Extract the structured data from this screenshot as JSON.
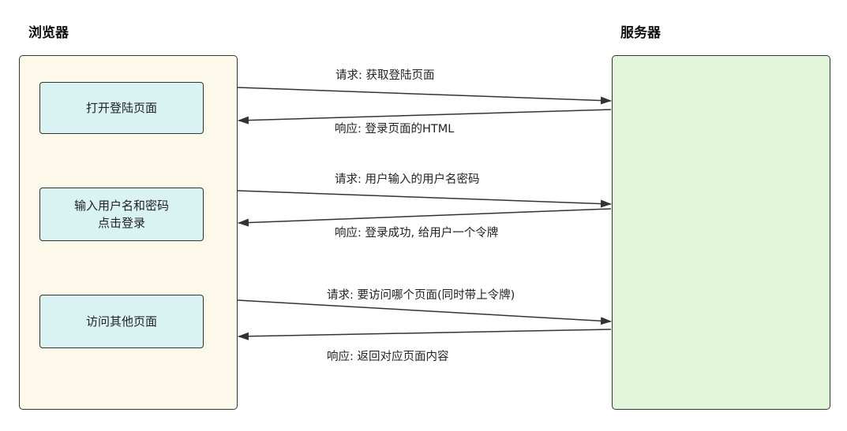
{
  "lanes": {
    "browser": {
      "title": "浏览器",
      "color": "#fcf8ea"
    },
    "server": {
      "title": "服务器",
      "color": "#e3f5d8"
    }
  },
  "steps": [
    {
      "lines": [
        "打开登陆页面"
      ]
    },
    {
      "lines": [
        "输入用户名和密码",
        "点击登录"
      ]
    },
    {
      "lines": [
        "访问其他页面"
      ]
    }
  ],
  "messages": [
    {
      "request": "请求: 获取登陆页面",
      "response": "响应: 登录页面的HTML"
    },
    {
      "request": "请求: 用户输入的用户名密码",
      "response": "响应: 登录成功, 给用户一个令牌"
    },
    {
      "request": "请求: 要访问哪个页面(同时带上令牌)",
      "response": "响应: 返回对应页面内容"
    }
  ],
  "colors": {
    "step_fill": "#d9f3f3",
    "stroke": "#333333"
  }
}
